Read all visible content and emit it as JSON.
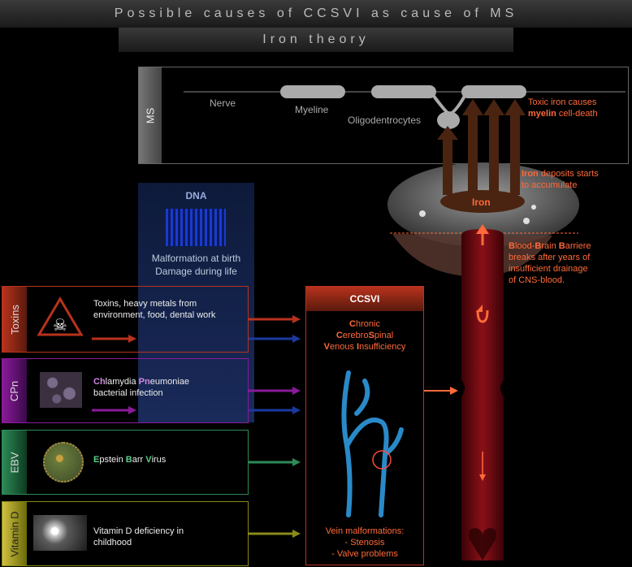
{
  "title": "Possible causes of CCSVI as cause of MS",
  "subtitle": "Iron theory",
  "ms": {
    "tab": "MS",
    "nerve": "Nerve",
    "myeline": "Myeline",
    "oligo": "Oligodentrocytes",
    "toxic_1": "Toxic iron causes",
    "toxic_2_hl": "myelin",
    "toxic_2_rest": " cell-death"
  },
  "iron": {
    "label": "Iron",
    "deposit_hl": "Iron",
    "deposit_rest_1": " deposits starts",
    "deposit_line_2": "to accumulate"
  },
  "bbb": {
    "hl1": "B",
    "t1": "lood-",
    "hl2": "B",
    "t2": "rain ",
    "hl3": "B",
    "t3": "arriere",
    "line2": "breaks after years of",
    "line3": "insufficient drainage",
    "line4": "of CNS-blood."
  },
  "dna": {
    "title": "DNA",
    "line1": "Malformation at birth",
    "line2": "Damage during life"
  },
  "causes": {
    "toxins": {
      "tab": "Toxins",
      "line1": "Toxins, heavy metals from",
      "line2": "environment, food, dental work"
    },
    "cpn": {
      "tab": "CPn",
      "hl1": "Ch",
      "t1": "lamydia ",
      "hl2": "Pn",
      "t2": "eumoniae",
      "line2": "bacterial infection"
    },
    "ebv": {
      "tab": "EBV",
      "hl1": "E",
      "t1": "pstein ",
      "hl2": "B",
      "t2": "arr ",
      "hl3": "V",
      "t3": "irus"
    },
    "vitd": {
      "tab": "Vitamin D",
      "line1": "Vitamin D deficiency in",
      "line2": "childhood"
    }
  },
  "ccsvi": {
    "title": "CCSVI",
    "l1_hl": "C",
    "l1": "hronic",
    "l2_hl1": "C",
    "l2a": "erebro",
    "l2_hl2": "S",
    "l2b": "pinal",
    "l3_hl1": "V",
    "l3a": "enous ",
    "l3_hl2": "I",
    "l3b": "nsufficiency",
    "bottom1": "Vein malformations:",
    "bottom2": "- Stenosis",
    "bottom3": "- Valve problems"
  },
  "colors": {
    "accent_orange": "#ff6a3a",
    "toxins_border": "#b8321d",
    "cpn_border": "#8a1a9a",
    "ebv_border": "#2d8a57",
    "vitd_border": "#8a8a1a",
    "iron_brown": "#4a2410",
    "vein_red": "#6a0a10"
  }
}
